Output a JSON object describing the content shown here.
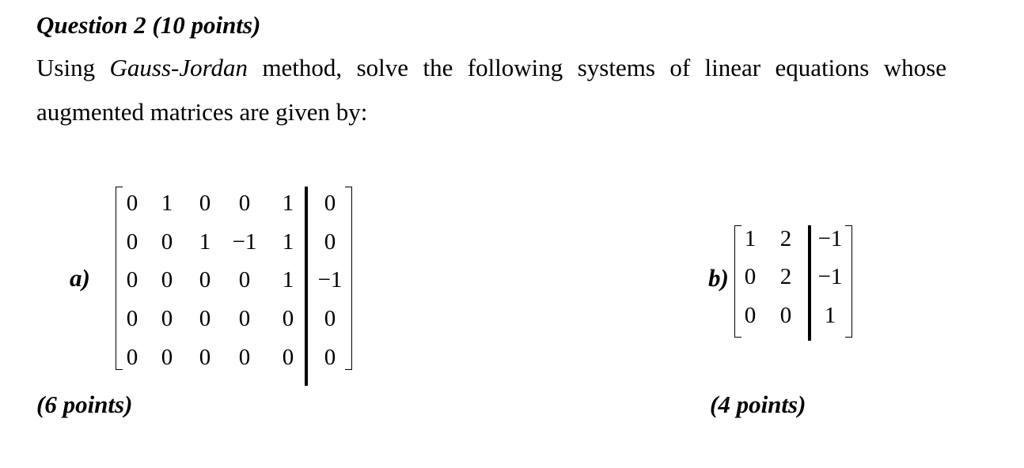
{
  "question": {
    "title": "Question 2 (10 points)",
    "line1_part1": "Using ",
    "line1_italic": "Gauss-Jordan",
    "line1_part2": " method, solve the following systems of linear equations whose",
    "line2": "augmented matrices are given by:"
  },
  "part_a": {
    "label": "a)",
    "points": "(6 points)",
    "matrix": [
      [
        "0",
        "1",
        "0",
        "0",
        "1",
        "0"
      ],
      [
        "0",
        "0",
        "1",
        "−1",
        "1",
        "0"
      ],
      [
        "0",
        "0",
        "0",
        "0",
        "1",
        "−1"
      ],
      [
        "0",
        "0",
        "0",
        "0",
        "0",
        "0"
      ],
      [
        "0",
        "0",
        "0",
        "0",
        "0",
        "0"
      ]
    ]
  },
  "part_b": {
    "label": "b)",
    "points": "(4 points)",
    "matrix": [
      [
        "1",
        "2",
        "−1"
      ],
      [
        "0",
        "2",
        "−1"
      ],
      [
        "0",
        "0",
        "1"
      ]
    ]
  }
}
